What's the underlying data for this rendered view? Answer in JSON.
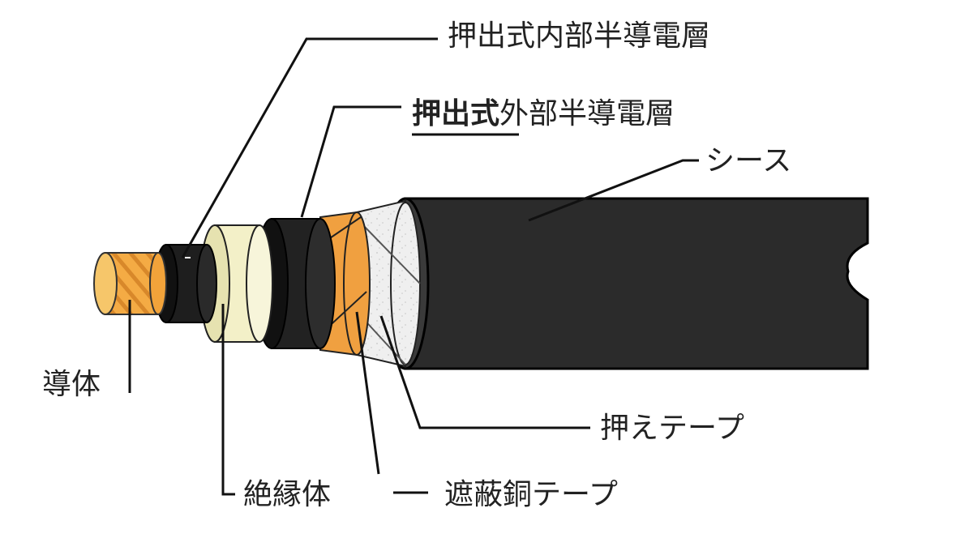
{
  "colors": {
    "conductor": "#f2a33a",
    "semiconductor": "#222222",
    "insulation": "#f3f0c8",
    "copper_tape": "#f0a040",
    "binder_tape": "#eeeeee",
    "sheath": "#2a2a2a"
  },
  "labels": {
    "inner_semiconductive_layer": "押出式内部半導電層",
    "outer_semiconductive_layer_prefix": "押出式",
    "outer_semiconductive_layer_suffix": "外部半導電層",
    "sheath": "シース",
    "conductor": "導体",
    "binder_tape": "押えテープ",
    "insulation": "絶縁体",
    "shielding_copper_tape": "遮蔽銅テープ"
  }
}
